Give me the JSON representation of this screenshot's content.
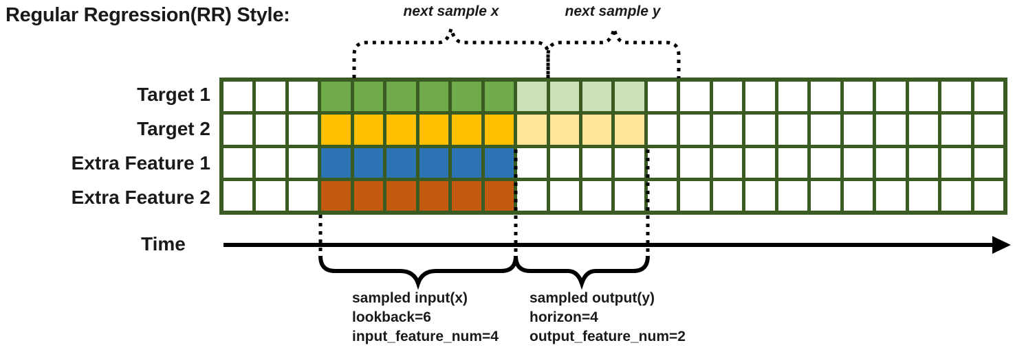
{
  "title": "Regular Regression(RR) Style:",
  "colors": {
    "grid_border": "#3a5b21",
    "cell_empty": "#ffffff",
    "target1_input": "#6fab4a",
    "target1_output": "#c9e0b8",
    "target2_input": "#ffc000",
    "target2_output": "#fde69a",
    "extra1_input": "#2d74b5",
    "extra2_input": "#c45911",
    "stroke": "#000000"
  },
  "grid": {
    "columns": 24,
    "input_start_col": 3,
    "lookback": 6,
    "horizon": 4,
    "rows": [
      {
        "label": "Target 1",
        "input_color": "target1_input",
        "output_color": "target1_output"
      },
      {
        "label": "Target 2",
        "input_color": "target2_input",
        "output_color": "target2_output"
      },
      {
        "label": "Extra Feature 1",
        "input_color": "extra1_input",
        "output_color": null
      },
      {
        "label": "Extra Feature 2",
        "input_color": "extra2_input",
        "output_color": null
      }
    ]
  },
  "annotations": {
    "next_sample_x": "next sample x",
    "next_sample_y": "next sample y",
    "time_label": "Time",
    "input_lines": [
      "sampled input(x)",
      "lookback=6",
      "input_feature_num=4"
    ],
    "output_lines": [
      "sampled output(y)",
      "horizon=4",
      "output_feature_num=2"
    ]
  }
}
